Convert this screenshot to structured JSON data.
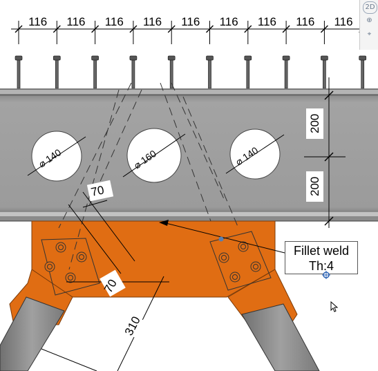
{
  "view_controls": {
    "view_cube_label": "2D",
    "zoom_icon": "zoom-region-icon",
    "wheel_icon": "steering-wheel-icon"
  },
  "spacing_dimensions": [
    "116",
    "116",
    "116",
    "116",
    "116",
    "116",
    "116",
    "116",
    "116"
  ],
  "hole_labels": [
    "⌀ 140",
    "⌀ 160",
    "⌀ 140"
  ],
  "vertical_dimensions": [
    "200",
    "200"
  ],
  "plate_dimensions": {
    "upper_70": "70",
    "lower_70": "70",
    "length_310": "310"
  },
  "weld_tag": {
    "line1": "Fillet weld",
    "line2": "Th:4"
  },
  "colors": {
    "beam": "#9b9b9b",
    "plate": "#e06d13",
    "background": "#ffffff",
    "diagonal": "#8d8d8d"
  }
}
